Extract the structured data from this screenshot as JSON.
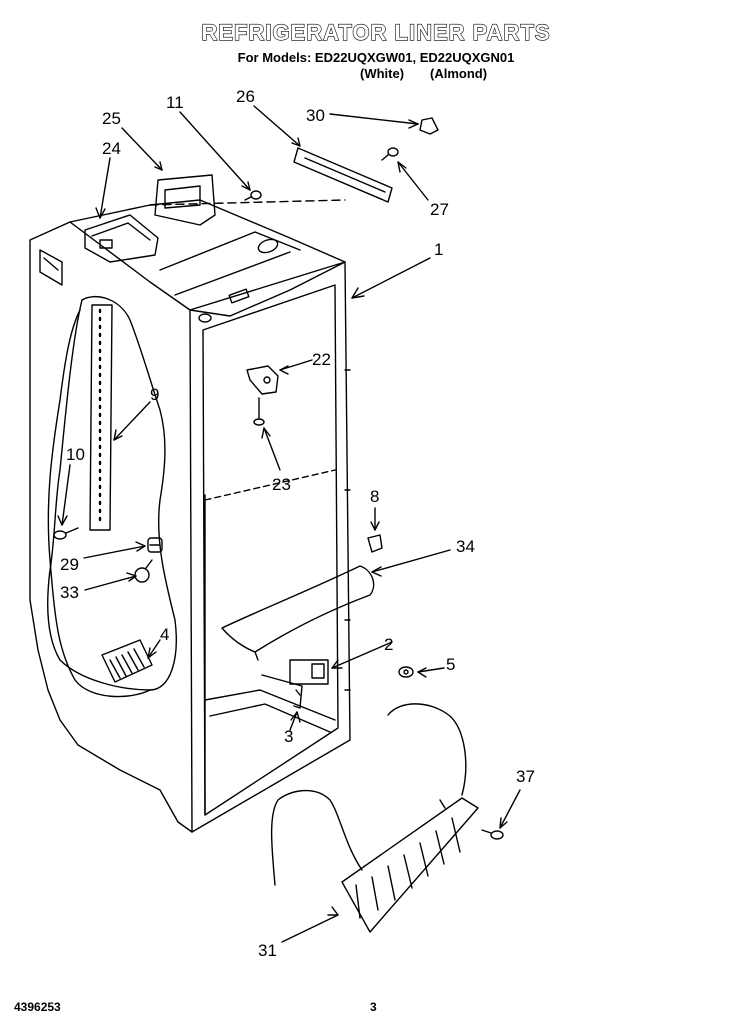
{
  "header": {
    "title": "REFRIGERATOR LINER PARTS",
    "models_line": "For Models: ED22UQXGW01, ED22UQXGN01",
    "variant_white": "(White)",
    "variant_almond": "(Almond)"
  },
  "callouts": [
    {
      "id": "c1",
      "label": "1"
    },
    {
      "id": "c2",
      "label": "2"
    },
    {
      "id": "c3",
      "label": "3"
    },
    {
      "id": "c4",
      "label": "4"
    },
    {
      "id": "c5",
      "label": "5"
    },
    {
      "id": "c8",
      "label": "8"
    },
    {
      "id": "c9",
      "label": "9"
    },
    {
      "id": "c10",
      "label": "10"
    },
    {
      "id": "c11",
      "label": "11"
    },
    {
      "id": "c22",
      "label": "22"
    },
    {
      "id": "c23",
      "label": "23"
    },
    {
      "id": "c24",
      "label": "24"
    },
    {
      "id": "c25",
      "label": "25"
    },
    {
      "id": "c26",
      "label": "26"
    },
    {
      "id": "c27",
      "label": "27"
    },
    {
      "id": "c29",
      "label": "29"
    },
    {
      "id": "c30",
      "label": "30"
    },
    {
      "id": "c31",
      "label": "31"
    },
    {
      "id": "c33",
      "label": "33"
    },
    {
      "id": "c34",
      "label": "34"
    },
    {
      "id": "c37",
      "label": "37"
    }
  ],
  "footer": {
    "part_number": "4396253",
    "page_number": "3"
  }
}
